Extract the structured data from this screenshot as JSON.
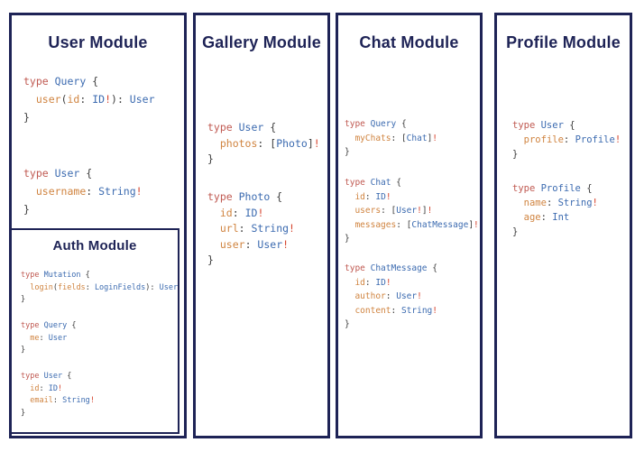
{
  "palette": {
    "border": "#1e2356",
    "title": "#1e2356",
    "keyword": "#c05a52",
    "type": "#3c6bb0",
    "field": "#d08440",
    "punct": "#3d3d3d",
    "bang": "#d6452e",
    "background": "#ffffff"
  },
  "modules": [
    {
      "title": "User Module",
      "blocks": [
        [
          [
            [
              "k",
              "type "
            ],
            [
              "t",
              "Query "
            ],
            [
              "p",
              "{"
            ]
          ],
          [
            [
              "p",
              "  "
            ],
            [
              "f",
              "user"
            ],
            [
              "p",
              "("
            ],
            [
              "f",
              "id"
            ],
            [
              "p",
              ": "
            ],
            [
              "t",
              "ID"
            ],
            [
              "b",
              "!"
            ],
            [
              "p",
              "): "
            ],
            [
              "t",
              "User"
            ]
          ],
          [
            [
              "p",
              "}"
            ]
          ]
        ],
        [
          [
            [
              "k",
              "type "
            ],
            [
              "t",
              "User "
            ],
            [
              "p",
              "{"
            ]
          ],
          [
            [
              "p",
              "  "
            ],
            [
              "f",
              "username"
            ],
            [
              "p",
              ": "
            ],
            [
              "t",
              "String"
            ],
            [
              "b",
              "!"
            ]
          ],
          [
            [
              "p",
              "}"
            ]
          ]
        ]
      ],
      "nested": {
        "title": "Auth Module",
        "blocks": [
          [
            [
              [
                "k",
                "type "
              ],
              [
                "t",
                "Mutation "
              ],
              [
                "p",
                "{"
              ]
            ],
            [
              [
                "p",
                "  "
              ],
              [
                "f",
                "login"
              ],
              [
                "p",
                "("
              ],
              [
                "f",
                "fields"
              ],
              [
                "p",
                ": "
              ],
              [
                "t",
                "LoginFields"
              ],
              [
                "p",
                "): "
              ],
              [
                "t",
                "User"
              ]
            ],
            [
              [
                "p",
                "}"
              ]
            ]
          ],
          [
            [
              [
                "k",
                "type "
              ],
              [
                "t",
                "Query "
              ],
              [
                "p",
                "{"
              ]
            ],
            [
              [
                "p",
                "  "
              ],
              [
                "f",
                "me"
              ],
              [
                "p",
                ": "
              ],
              [
                "t",
                "User"
              ]
            ],
            [
              [
                "p",
                "}"
              ]
            ]
          ],
          [
            [
              [
                "k",
                "type "
              ],
              [
                "t",
                "User "
              ],
              [
                "p",
                "{"
              ]
            ],
            [
              [
                "p",
                "  "
              ],
              [
                "f",
                "id"
              ],
              [
                "p",
                ": "
              ],
              [
                "t",
                "ID"
              ],
              [
                "b",
                "!"
              ]
            ],
            [
              [
                "p",
                "  "
              ],
              [
                "f",
                "email"
              ],
              [
                "p",
                ": "
              ],
              [
                "t",
                "String"
              ],
              [
                "b",
                "!"
              ]
            ],
            [
              [
                "p",
                "}"
              ]
            ]
          ]
        ]
      }
    },
    {
      "title": "Gallery Module",
      "blocks": [
        [
          [
            [
              "k",
              "type "
            ],
            [
              "t",
              "User "
            ],
            [
              "p",
              "{"
            ]
          ],
          [
            [
              "p",
              "  "
            ],
            [
              "f",
              "photos"
            ],
            [
              "p",
              ": ["
            ],
            [
              "t",
              "Photo"
            ],
            [
              "p",
              "]"
            ],
            [
              "b",
              "!"
            ]
          ],
          [
            [
              "p",
              "}"
            ]
          ]
        ],
        [
          [
            [
              "k",
              "type "
            ],
            [
              "t",
              "Photo "
            ],
            [
              "p",
              "{"
            ]
          ],
          [
            [
              "p",
              "  "
            ],
            [
              "f",
              "id"
            ],
            [
              "p",
              ": "
            ],
            [
              "t",
              "ID"
            ],
            [
              "b",
              "!"
            ]
          ],
          [
            [
              "p",
              "  "
            ],
            [
              "f",
              "url"
            ],
            [
              "p",
              ": "
            ],
            [
              "t",
              "String"
            ],
            [
              "b",
              "!"
            ]
          ],
          [
            [
              "p",
              "  "
            ],
            [
              "f",
              "user"
            ],
            [
              "p",
              ": "
            ],
            [
              "t",
              "User"
            ],
            [
              "b",
              "!"
            ]
          ],
          [
            [
              "p",
              "}"
            ]
          ]
        ]
      ]
    },
    {
      "title": "Chat Module",
      "blocks": [
        [
          [
            [
              "k",
              "type "
            ],
            [
              "t",
              "Query "
            ],
            [
              "p",
              "{"
            ]
          ],
          [
            [
              "p",
              "  "
            ],
            [
              "f",
              "myChats"
            ],
            [
              "p",
              ": ["
            ],
            [
              "t",
              "Chat"
            ],
            [
              "p",
              "]"
            ],
            [
              "b",
              "!"
            ]
          ],
          [
            [
              "p",
              "}"
            ]
          ]
        ],
        [
          [
            [
              "k",
              "type "
            ],
            [
              "t",
              "Chat "
            ],
            [
              "p",
              "{"
            ]
          ],
          [
            [
              "p",
              "  "
            ],
            [
              "f",
              "id"
            ],
            [
              "p",
              ": "
            ],
            [
              "t",
              "ID"
            ],
            [
              "b",
              "!"
            ]
          ],
          [
            [
              "p",
              "  "
            ],
            [
              "f",
              "users"
            ],
            [
              "p",
              ": ["
            ],
            [
              "t",
              "User"
            ],
            [
              "b",
              "!"
            ],
            [
              "p",
              "]"
            ],
            [
              "b",
              "!"
            ]
          ],
          [
            [
              "p",
              "  "
            ],
            [
              "f",
              "messages"
            ],
            [
              "p",
              ": ["
            ],
            [
              "t",
              "ChatMessage"
            ],
            [
              "p",
              "]"
            ],
            [
              "b",
              "!"
            ]
          ],
          [
            [
              "p",
              "}"
            ]
          ]
        ],
        [
          [
            [
              "k",
              "type "
            ],
            [
              "t",
              "ChatMessage "
            ],
            [
              "p",
              "{"
            ]
          ],
          [
            [
              "p",
              "  "
            ],
            [
              "f",
              "id"
            ],
            [
              "p",
              ": "
            ],
            [
              "t",
              "ID"
            ],
            [
              "b",
              "!"
            ]
          ],
          [
            [
              "p",
              "  "
            ],
            [
              "f",
              "author"
            ],
            [
              "p",
              ": "
            ],
            [
              "t",
              "User"
            ],
            [
              "b",
              "!"
            ]
          ],
          [
            [
              "p",
              "  "
            ],
            [
              "f",
              "content"
            ],
            [
              "p",
              ": "
            ],
            [
              "t",
              "String"
            ],
            [
              "b",
              "!"
            ]
          ],
          [
            [
              "p",
              "}"
            ]
          ]
        ]
      ]
    },
    {
      "title": "Profile Module",
      "blocks": [
        [
          [
            [
              "k",
              "type "
            ],
            [
              "t",
              "User "
            ],
            [
              "p",
              "{"
            ]
          ],
          [
            [
              "p",
              "  "
            ],
            [
              "f",
              "profile"
            ],
            [
              "p",
              ": "
            ],
            [
              "t",
              "Profile"
            ],
            [
              "b",
              "!"
            ]
          ],
          [
            [
              "p",
              "}"
            ]
          ]
        ],
        [
          [
            [
              "k",
              "type "
            ],
            [
              "t",
              "Profile "
            ],
            [
              "p",
              "{"
            ]
          ],
          [
            [
              "p",
              "  "
            ],
            [
              "f",
              "name"
            ],
            [
              "p",
              ": "
            ],
            [
              "t",
              "String"
            ],
            [
              "b",
              "!"
            ]
          ],
          [
            [
              "p",
              "  "
            ],
            [
              "f",
              "age"
            ],
            [
              "p",
              ": "
            ],
            [
              "t",
              "Int"
            ]
          ],
          [
            [
              "p",
              "}"
            ]
          ]
        ]
      ]
    }
  ]
}
